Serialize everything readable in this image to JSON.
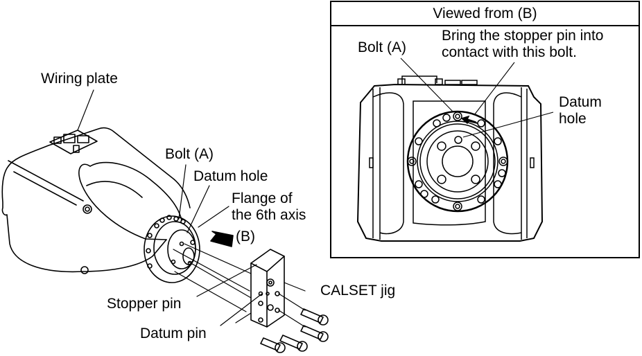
{
  "diagram": {
    "main_view": {
      "labels": {
        "wiring_plate": "Wiring plate",
        "bolt_a": "Bolt (A)",
        "datum_hole": "Datum hole",
        "flange_line1": "Flange of",
        "flange_line2": "the 6th axis",
        "direction_b": "(B)",
        "calset_jig": "CALSET jig",
        "stopper_pin": "Stopper pin",
        "datum_pin": "Datum pin"
      }
    },
    "inset_view": {
      "title": "Viewed from (B)",
      "labels": {
        "bolt_a": "Bolt (A)",
        "instruction_line1": "Bring the stopper pin into",
        "instruction_line2": "contact with this bolt.",
        "datum_line1": "Datum",
        "datum_line2": "hole"
      }
    },
    "colors": {
      "line": "#000000",
      "background": "#ffffff"
    }
  }
}
